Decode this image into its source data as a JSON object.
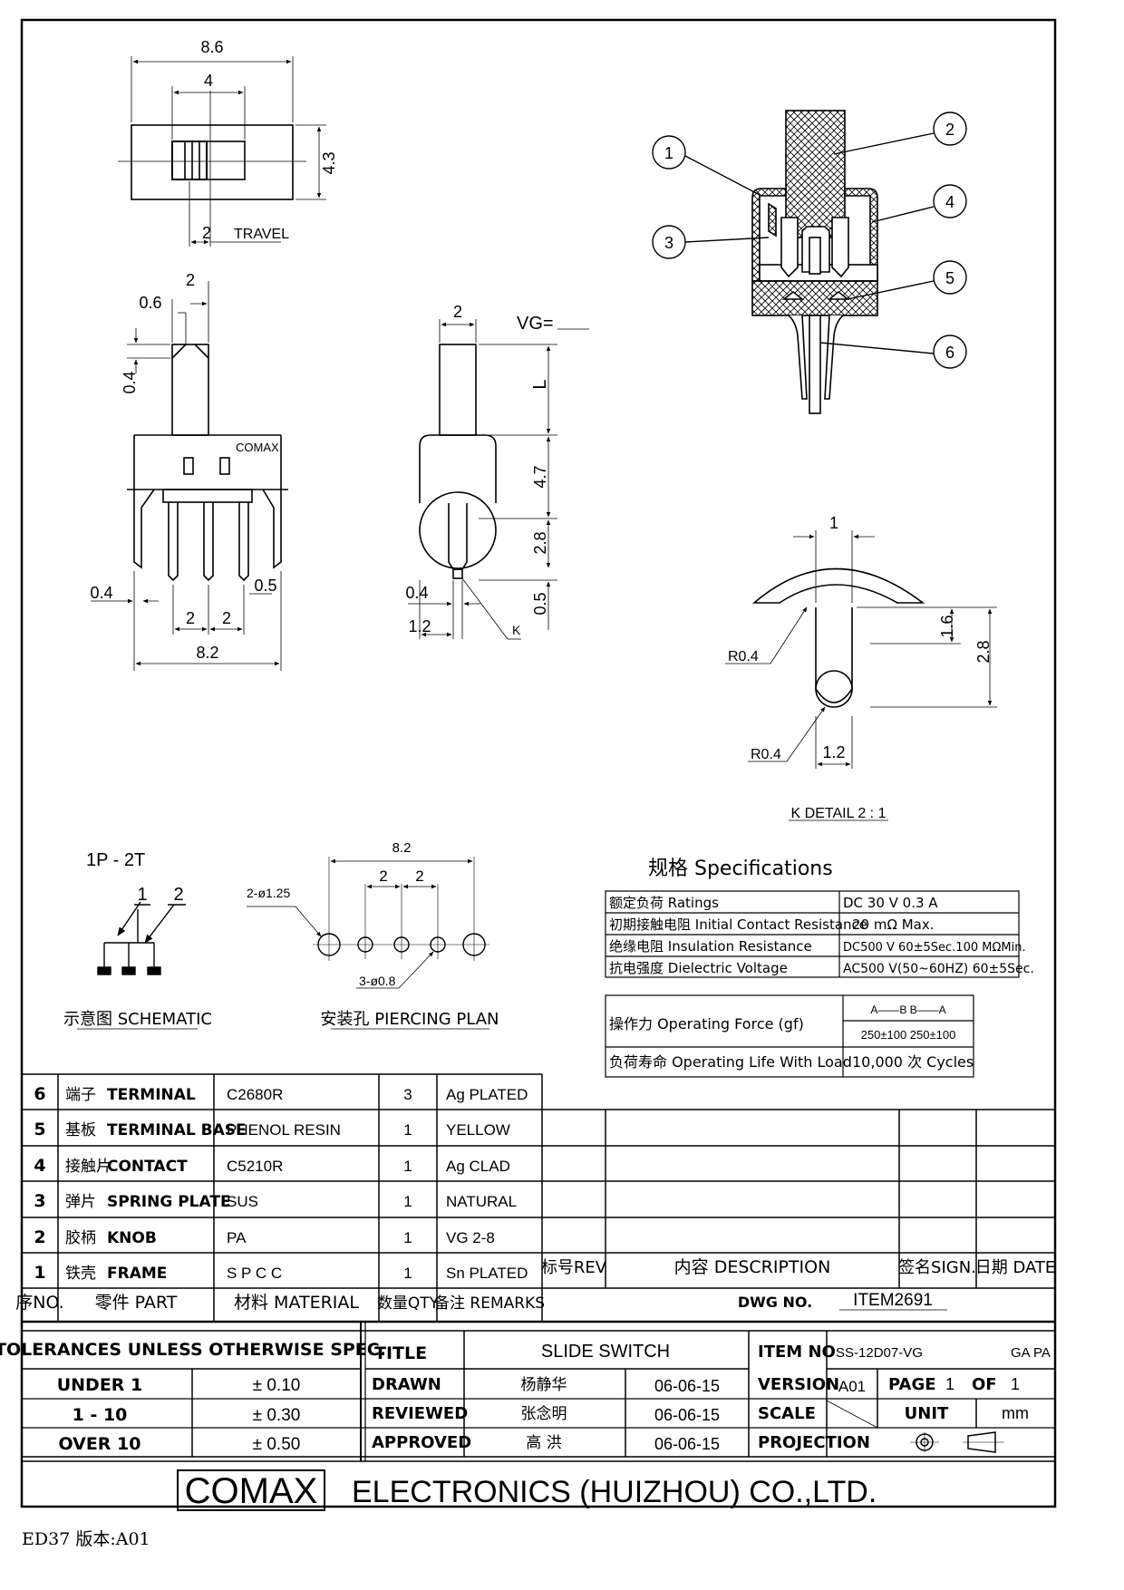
{
  "top_view": {
    "dim_width": "8.6",
    "dim_knob": "4",
    "dim_height": "4.3",
    "dim_travel": "2",
    "travel_label": "TRAVEL"
  },
  "front_view": {
    "dim_pin": "2",
    "dim_06": "0.6",
    "dim_04_top": "0.4",
    "brand": "COMAX",
    "dim_04_bot": "0.4",
    "dim_05": "0.5",
    "dim_pitch_a": "2",
    "dim_pitch_b": "2",
    "dim_total": "8.2"
  },
  "side_view": {
    "dim_2": "2",
    "vg_label": "VG=",
    "dim_L": "L",
    "dim_47": "4.7",
    "dim_28": "2.8",
    "dim_05": "0.5",
    "dim_04": "0.4",
    "dim_12": "1.2",
    "k_label": "K"
  },
  "section_view": {
    "balloons": [
      "1",
      "2",
      "3",
      "4",
      "5",
      "6"
    ]
  },
  "k_detail": {
    "dim_1": "1",
    "dim_16": "1.6",
    "dim_28": "2.8",
    "r_top": "R0.4",
    "r_bot": "R0.4",
    "dim_12": "1.2",
    "caption": "K DETAIL 2 : 1"
  },
  "schematic": {
    "title": "1P - 2T",
    "pin1": "1",
    "pin2": "2",
    "caption": "示意图 SCHEMATIC"
  },
  "piercing": {
    "dim_82": "8.2",
    "dim_2a": "2",
    "dim_2b": "2",
    "big_holes": "2-ø1.25",
    "small_holes": "3-ø0.8",
    "caption": "安装孔 PIERCING PLAN"
  },
  "specs": {
    "title": "规格 Specifications",
    "rows": [
      {
        "label": "额定负荷 Ratings",
        "value": "DC 30 V 0.3 A"
      },
      {
        "label": "初期接触电阻 Initial Contact Resistance",
        "value": "20 mΩ Max."
      },
      {
        "label": "绝缘电阻 Insulation Resistance",
        "value": "DC500 V 60±5Sec.100 MΩMin."
      },
      {
        "label": "抗电强度 Dielectric Voltage",
        "value": "AC500 V(50~60HZ) 60±5Sec."
      }
    ],
    "force_label": "操作力 Operating Force (gf)",
    "force_dir": "A——B   B——A",
    "force_values": "250±100   250±100",
    "life_label": "负荷寿命 Operating Life With Load",
    "life_value": "10,000 次 Cycles"
  },
  "parts": [
    {
      "no": "6",
      "cn": "端子",
      "en": "TERMINAL",
      "material": "C2680R",
      "qty": "3",
      "remarks": "Ag PLATED"
    },
    {
      "no": "5",
      "cn": "基板",
      "en": "TERMINAL BASE",
      "material": "PHENOL RESIN",
      "qty": "1",
      "remarks": "YELLOW"
    },
    {
      "no": "4",
      "cn": "接触片",
      "en": "CONTACT",
      "material": "C5210R",
      "qty": "1",
      "remarks": "Ag CLAD"
    },
    {
      "no": "3",
      "cn": "弹片",
      "en": "SPRING PLATE",
      "material": "SUS",
      "qty": "1",
      "remarks": "NATURAL"
    },
    {
      "no": "2",
      "cn": "胶柄",
      "en": "KNOB",
      "material": "PA",
      "qty": "1",
      "remarks": "VG 2-8"
    },
    {
      "no": "1",
      "cn": "铁壳",
      "en": "FRAME",
      "material": "S P C C",
      "qty": "1",
      "remarks": "Sn PLATED"
    }
  ],
  "parts_header": {
    "no": "序NO.",
    "part": "零件 PART",
    "material": "材料 MATERIAL",
    "qty": "数量QTY",
    "remarks": "备注 REMARKS"
  },
  "rev_header": {
    "rev": "标号REV",
    "desc": "内容 DESCRIPTION",
    "sign": "签名SIGN.",
    "date": "日期 DATE"
  },
  "dwg_no": {
    "label": "DWG NO.",
    "value": "ITEM2691"
  },
  "tolerances": {
    "title": "TOLERANCES UNLESS OTHERWISE SPEC.",
    "rows": [
      {
        "range": "UNDER 1",
        "tol": "± 0.10"
      },
      {
        "range": "1 - 10",
        "tol": "± 0.30"
      },
      {
        "range": "OVER 10",
        "tol": "± 0.50"
      }
    ]
  },
  "title_block": {
    "title_label": "TITLE",
    "title_value": "SLIDE SWITCH",
    "item_label": "ITEM NO",
    "item_value": "SS-12D07-VG",
    "item_extra": "GA PA",
    "drawn_label": "DRAWN",
    "drawn_name": "杨静华",
    "drawn_date": "06-06-15",
    "reviewed_label": "REVIEWED",
    "reviewed_name": "张念明",
    "reviewed_date": "06-06-15",
    "approved_label": "APPROVED",
    "approved_name": "高 洪",
    "approved_date": "06-06-15",
    "version_label": "VERSION",
    "version_value": "A01",
    "page_label": "PAGE",
    "page_value": "1",
    "of_label": "OF",
    "of_value": "1",
    "scale_label": "SCALE",
    "unit_label": "UNIT",
    "unit_value": "mm",
    "projection_label": "PROJECTION"
  },
  "company": {
    "logo": "COMAX",
    "name": "ELECTRONICS (HUIZHOU) CO.,LTD."
  },
  "footer": "ED37 版本:A01"
}
